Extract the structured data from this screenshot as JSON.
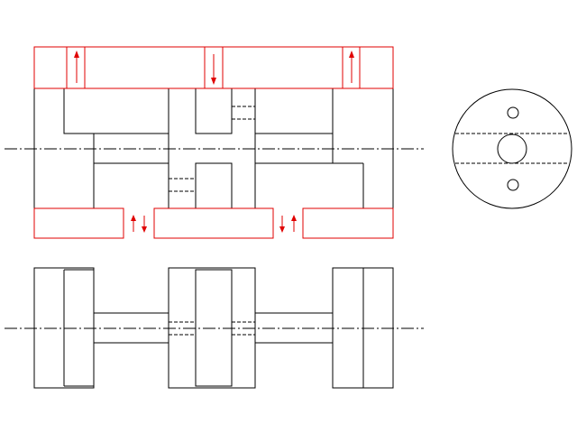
{
  "drawing": {
    "line_color": "#000000",
    "highlight_color": "#e00000",
    "background": "#ffffff",
    "views": [
      "front-section-view",
      "side-view",
      "exploded-parts-view"
    ],
    "symbols": [
      "centerline",
      "hidden-line",
      "motion-arrow"
    ]
  }
}
